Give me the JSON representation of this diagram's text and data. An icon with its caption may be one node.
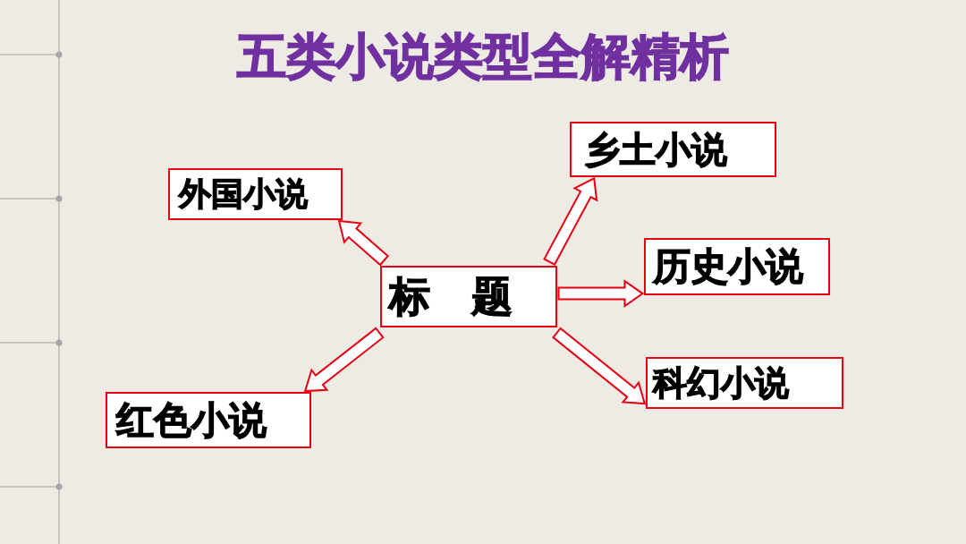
{
  "diagram": {
    "title": "五类小说类型全解精析",
    "nodes": [
      {
        "text": [
          "标　题"
        ]
      },
      {
        "text": [
          "乡土小说"
        ]
      },
      {
        "text": [
          "外国小说"
        ]
      },
      {
        "text": [
          "历史小说"
        ]
      },
      {
        "text": [
          "科幻小说"
        ]
      },
      {
        "text": [
          "红色小说"
        ]
      }
    ],
    "edges": [
      {
        "from": 0,
        "to": 1,
        "arrow": "to"
      },
      {
        "from": 0,
        "to": 2,
        "arrow": "to"
      },
      {
        "from": 0,
        "to": 3,
        "arrow": "to"
      },
      {
        "from": 0,
        "to": 4,
        "arrow": "to"
      },
      {
        "from": 0,
        "to": 5,
        "arrow": "to"
      }
    ]
  }
}
